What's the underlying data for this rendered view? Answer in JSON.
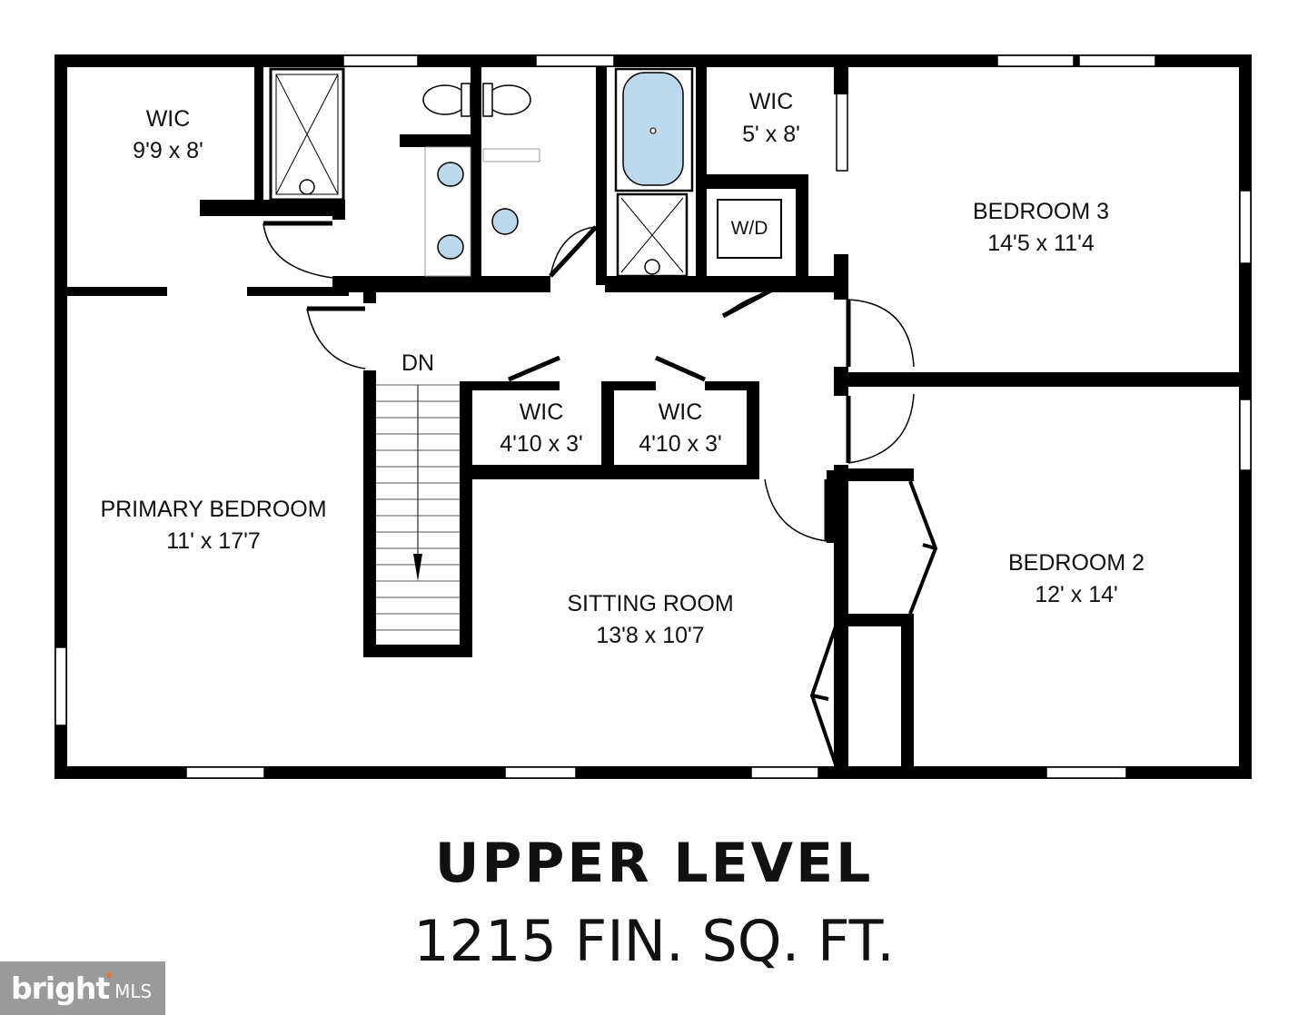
{
  "rooms": {
    "wic_primary": {
      "name": "WIC",
      "dim": "9'9 x 8'"
    },
    "wic_hall": {
      "name": "WIC",
      "dim": "5' x 8'"
    },
    "bedroom3": {
      "name": "BEDROOM 3",
      "dim": "14'5 x 11'4"
    },
    "laundry": {
      "name": "W/D"
    },
    "wic_left": {
      "name": "WIC",
      "dim": "4'10 x 3'"
    },
    "wic_right": {
      "name": "WIC",
      "dim": "4'10 x 3'"
    },
    "primary": {
      "name": "PRIMARY BEDROOM",
      "dim": "11' x 17'7"
    },
    "sitting": {
      "name": "SITTING ROOM",
      "dim": "13'8 x 10'7"
    },
    "bedroom2": {
      "name": "BEDROOM 2",
      "dim": "12' x 14'"
    }
  },
  "stairs": {
    "label": "DN"
  },
  "level": {
    "title": "UPPER LEVEL",
    "area": "1215 FIN. SQ. FT."
  },
  "logo": {
    "brand": "bright",
    "suffix": "MLS",
    "bg": "#9a9a9a",
    "accent": "#e8763a"
  },
  "colors": {
    "wall": "#000000",
    "fixture": "#bcd8ec"
  }
}
